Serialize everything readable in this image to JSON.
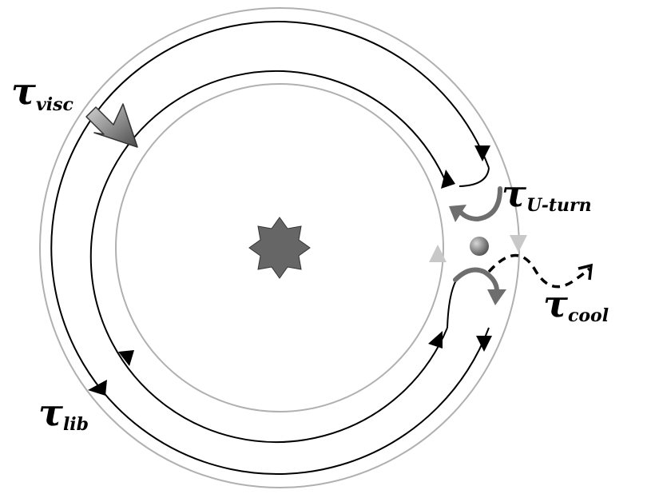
{
  "labels": {
    "visc": {
      "symbol": "τ",
      "sub": "visc"
    },
    "uturn": {
      "symbol": "τ",
      "sub": "U-turn"
    },
    "cool": {
      "symbol": "τ",
      "sub": "cool"
    },
    "lib": {
      "symbol": "τ",
      "sub": "lib"
    }
  },
  "colors": {
    "ring_guide": "#b0b0b0",
    "orbit_line": "#000000",
    "star_fill": "#666666",
    "planet_fill": "#808080",
    "u_turn_arrow": "#6e6e6e",
    "light_marker": "#c8c8c8",
    "visc_arrow": "#7a7a7a"
  },
  "icons": {
    "central": "star-icon",
    "planet": "planet-icon",
    "visc": "inflow-arrow-icon",
    "escape": "escape-arrow-icon"
  }
}
